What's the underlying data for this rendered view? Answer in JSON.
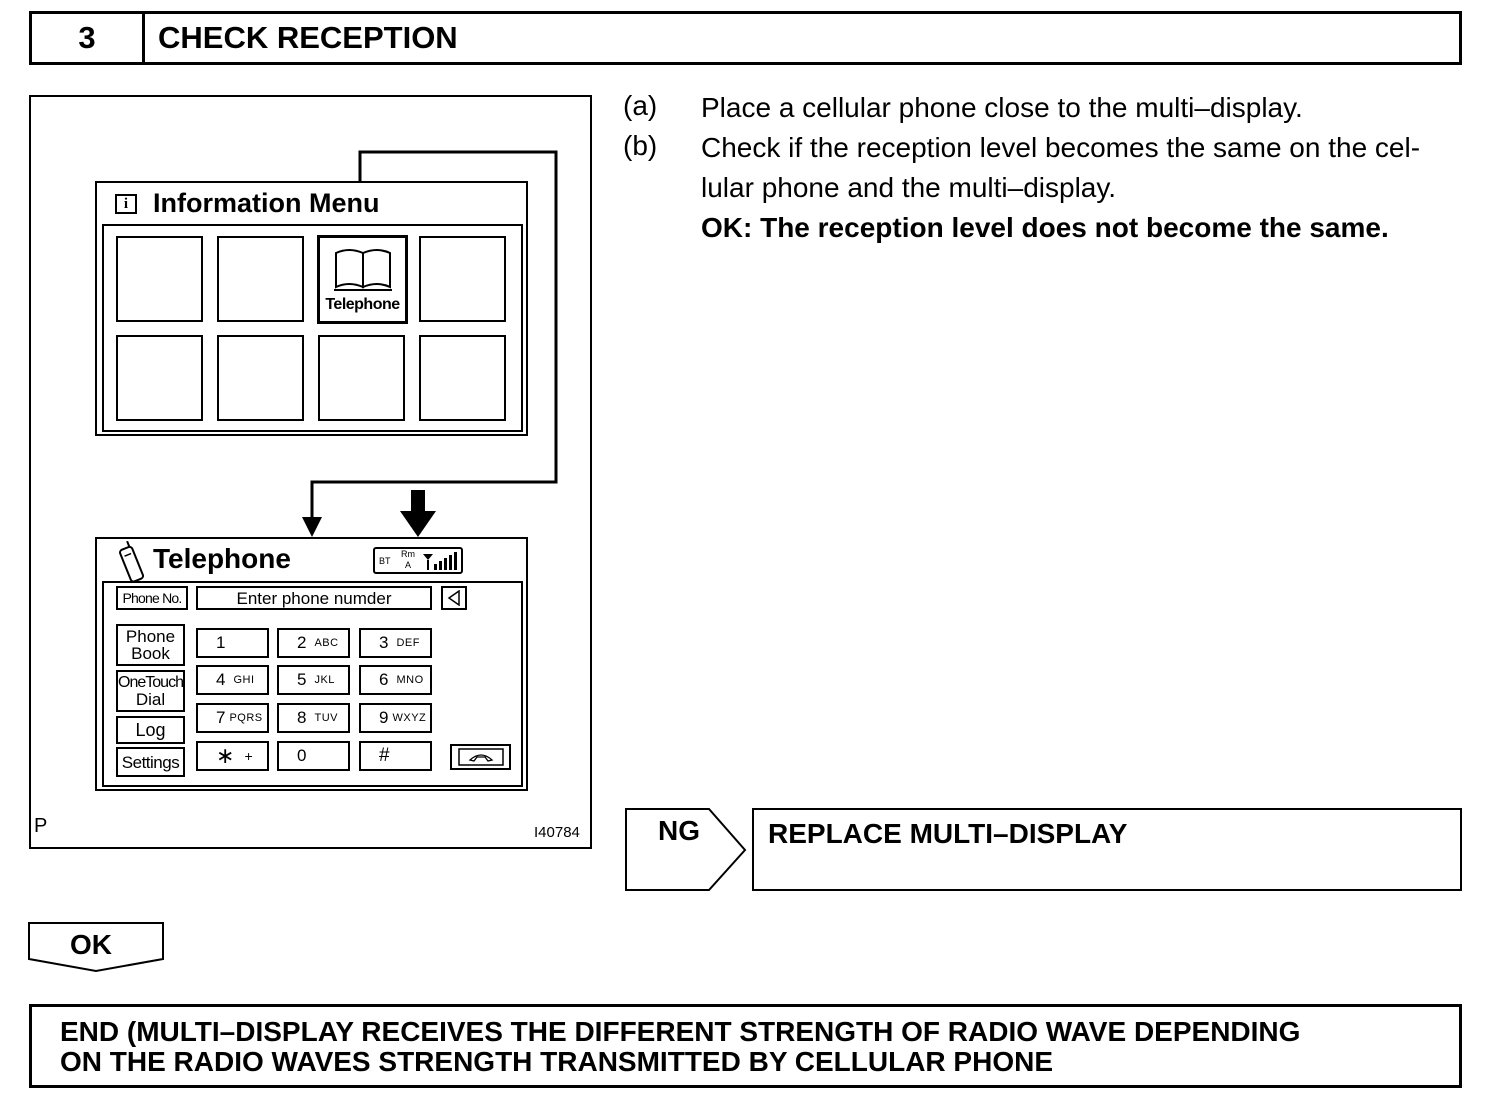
{
  "header": {
    "step_number": "3",
    "title": "CHECK RECEPTION"
  },
  "instructions": [
    {
      "label": "(a)",
      "lines": [
        "Place a cellular phone close to the multi–display."
      ]
    },
    {
      "label": "(b)",
      "lines": [
        "Check if the reception level becomes the same on the cel-",
        "lular phone and the multi–display."
      ]
    }
  ],
  "ok_condition": "OK: The reception level does not become the same.",
  "figure": {
    "info_menu_title": "Information Menu",
    "info_menu_icon": "info-icon",
    "telephone_tile_label": "Telephone",
    "telephone_screen": {
      "title": "Telephone",
      "status_bt": "BT",
      "status_rm": "Rm",
      "status_a": "A",
      "phone_no_label": "Phone No.",
      "phone_input_placeholder": "Enter phone numder",
      "side_buttons": [
        [
          "Phone",
          "Book"
        ],
        [
          "OneTouch",
          "Dial"
        ],
        [
          "Log"
        ],
        [
          "Settings"
        ]
      ],
      "keys": [
        {
          "main": "1",
          "sub": ""
        },
        {
          "main": "2",
          "sub": "ABC"
        },
        {
          "main": "3",
          "sub": "DEF"
        },
        {
          "main": "4",
          "sub": "GHI"
        },
        {
          "main": "5",
          "sub": "JKL"
        },
        {
          "main": "6",
          "sub": "MNO"
        },
        {
          "main": "7",
          "sub": "PQRS"
        },
        {
          "main": "8",
          "sub": "TUV"
        },
        {
          "main": "9",
          "sub": "WXYZ"
        },
        {
          "main": "∗",
          "sub": "+"
        },
        {
          "main": "0",
          "sub": ""
        },
        {
          "main": "#",
          "sub": ""
        }
      ]
    },
    "corner_label": "P",
    "figure_id": "I40784"
  },
  "ng": {
    "label": "NG",
    "action": "REPLACE MULTI–DISPLAY"
  },
  "ok": {
    "label": "OK"
  },
  "end": {
    "lines": [
      "END (MULTI–DISPLAY RECEIVES THE DIFFERENT STRENGTH OF RADIO WAVE DEPENDING",
      "ON THE RADIO WAVES STRENGTH TRANSMITTED BY CELLULAR PHONE"
    ]
  }
}
